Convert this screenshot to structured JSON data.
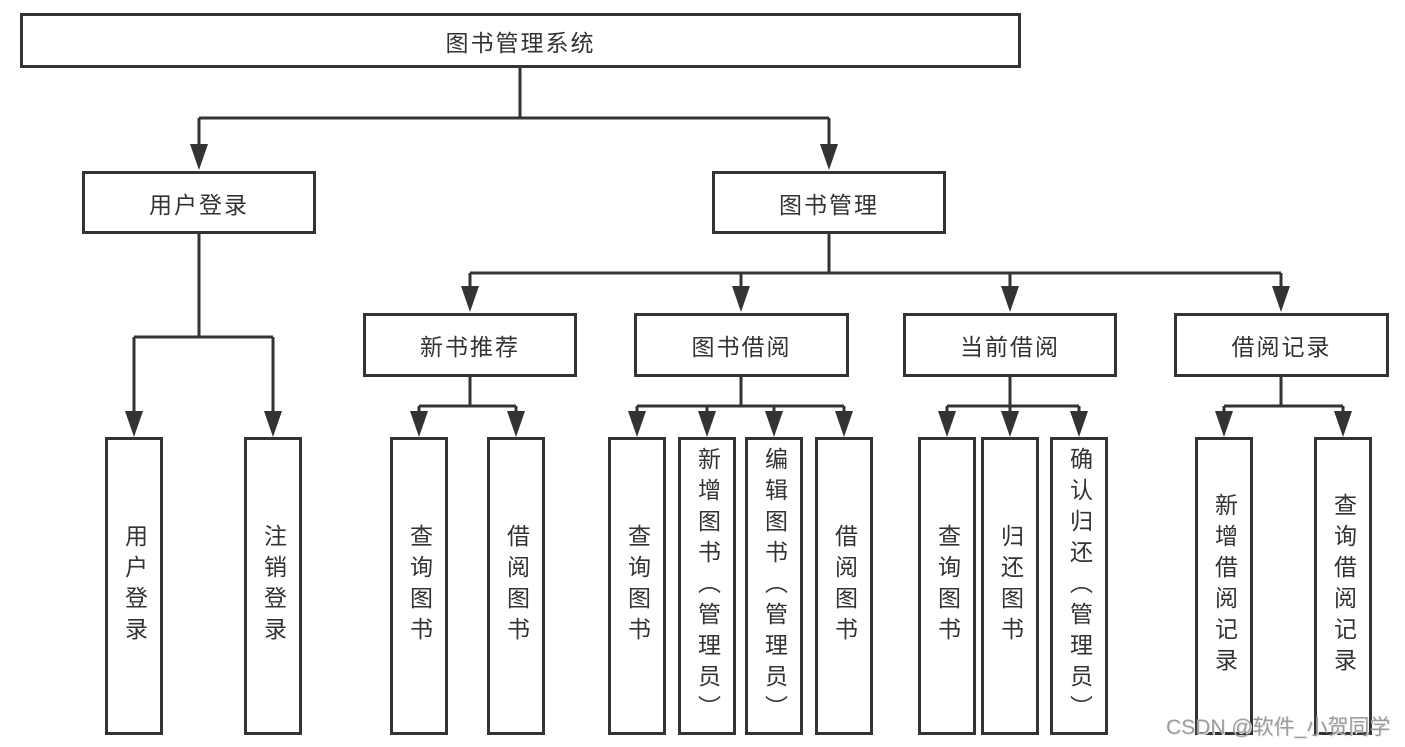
{
  "colors": {
    "line": "#333333",
    "box_border": "#333333",
    "text": "#333333",
    "watermark": "#9c9c9c",
    "background": "#ffffff"
  },
  "watermark": {
    "text": "CSDN @软件_小贺同学"
  },
  "tree": {
    "root": {
      "label": "图书管理系统"
    },
    "level2": [
      {
        "label": "用户登录"
      },
      {
        "label": "图书管理"
      }
    ],
    "level3": [
      {
        "label": "新书推荐"
      },
      {
        "label": "图书借阅"
      },
      {
        "label": "当前借阅"
      },
      {
        "label": "借阅记录"
      }
    ],
    "leaves": {
      "user_login": [
        "用户登录",
        "注销登录"
      ],
      "new_books": [
        "查询图书",
        "借阅图书"
      ],
      "book_borrow": [
        "查询图书",
        "新增图书（管理员）",
        "编辑图书（管理员）",
        "借阅图书"
      ],
      "current_borrow": [
        "查询图书",
        "归还图书",
        "确认归还（管理员）"
      ],
      "borrow_records": [
        "新增借阅记录",
        "查询借阅记录"
      ]
    }
  }
}
